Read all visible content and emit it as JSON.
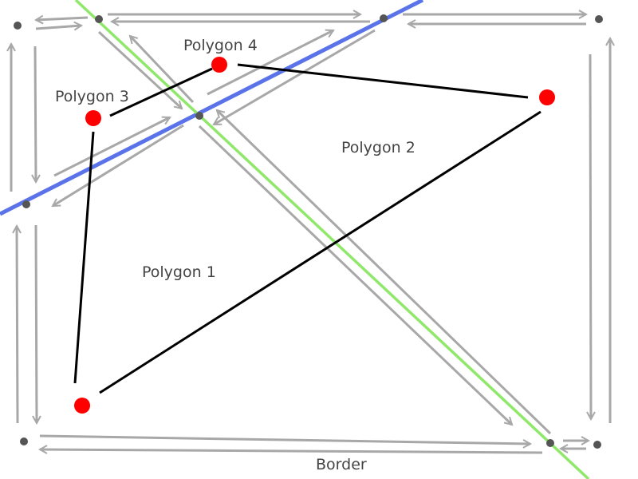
{
  "diagram": {
    "labels": {
      "polygon1": "Polygon 1",
      "polygon2": "Polygon 2",
      "polygon3": "Polygon 3",
      "polygon4": "Polygon 4",
      "border": "Border"
    },
    "colors": {
      "blue_line": "#5b73e8",
      "green_line": "#8fe86a",
      "half_edge_arrows": "#a8a8a8",
      "site_points": "#ff0000",
      "dual_edges": "#000000",
      "vertices": "#555555"
    }
  }
}
